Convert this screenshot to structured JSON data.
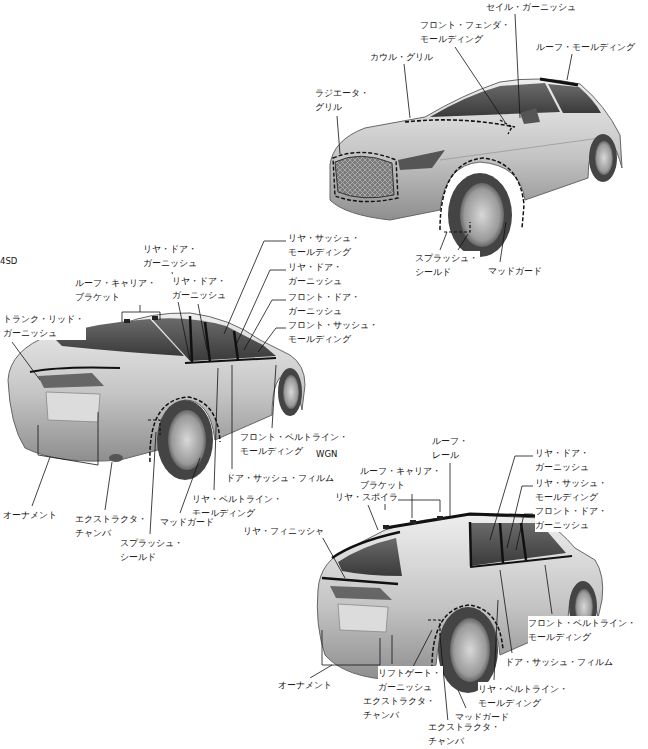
{
  "diagram": {
    "labels": [
      "セイル・ガーニッシュ",
      "フロント・フェンダ・ モールディング",
      "ルーフ・モールディング",
      "カウル・グリル",
      "ラジエータ・ グリル",
      "スプラッシュ・ シールド",
      "マッドガード",
      "4SD",
      "リヤ・ドア・ ガーニッシュ",
      "リヤ・サッシュ・ モールディング",
      "リヤ・ドア・ ガーニッシュ",
      "ルーフ・キャリア・ ブラケット",
      "リヤ・ドア・ ガーニッシュ",
      "フロント・ドア・ ガーニッシュ",
      "トランク・リッド・ ガーニッシュ",
      "フロント・サッシュ・ モールディング",
      "フロント・ベルトライン・ モールディング",
      "WGN",
      "ドア・サッシュ・フィルム",
      "リヤ・ベルトライン・ モールディング",
      "マッドガード",
      "オーナメント",
      "エクストラクタ・ チャンバ",
      "スプラッシュ・ シールド",
      "ルーフ・ レール",
      "リヤ・ドア・ ガーニッシュ",
      "ルーフ・キャリア・ ブラケット",
      "リヤ・サッシュ・ モールディング",
      "リヤ・スポイラ",
      "フロント・ドア・ ガーニッシュ",
      "リヤ・フィニッシャ",
      "フロント・ベルトライン・ モールディング",
      "ドア・サッシュ・フィルム",
      "オーナメント",
      "リフトゲート・ ガーニッシュ",
      "リヤ・ベルトライン・ モールディング",
      "エクストラクタ・ チャンバ",
      "マッドガード",
      "エクストラクタ・ チャンバ"
    ]
  }
}
